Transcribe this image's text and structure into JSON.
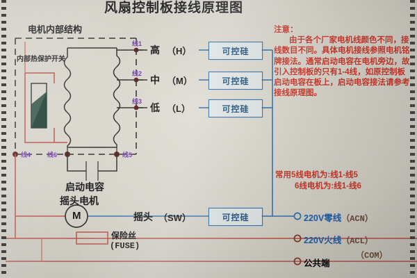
{
  "title": "风扇控制板接线原理图",
  "sections": {
    "motor_internal_label": "电机内部结构",
    "thermal_switch_label": "内部热保护开关",
    "capacitor_label": "启动电容",
    "swing_motor_label": "摇头电机",
    "motor_symbol": "M",
    "fuse_label_cn": "保险丝",
    "fuse_label_en": "(FUSE)"
  },
  "wire_tags": {
    "w1": "线1",
    "w2": "线2",
    "w3": "线3",
    "w4": "线4",
    "w5": "线5",
    "w6": "线6"
  },
  "speed_taps": [
    {
      "cn": "高",
      "en": "（H）",
      "scr": "可控硅"
    },
    {
      "cn": "中",
      "en": "（M）",
      "scr": "可控硅"
    },
    {
      "cn": "低",
      "en": "（L）",
      "scr": "可控硅"
    }
  ],
  "swing": {
    "cn": "摇头",
    "en": "（SW）",
    "scr": "可控硅"
  },
  "note": {
    "heading": "注意：",
    "body": "由于各个厂家电机线颜色不同，接线数目不同。具体电机接线参照电机铭牌接法。通常启动电容在电机旁边，故引入控制板的只有1-4线，如原控制板启动电容在板上，启动电容接法请参考接线原理图。",
    "line5": "常用5线电机为:线1-线5",
    "line6": "6线电机为:线1-线6"
  },
  "terminals": [
    {
      "cn": "220V零线",
      "en": "（ACN）",
      "color": "blue"
    },
    {
      "cn": "220V火线",
      "en": "（ACL）",
      "color": "blue"
    },
    {
      "cn": "公共端",
      "en": "（COM）",
      "color": "green"
    }
  ],
  "colors": {
    "wire_blue": "#2f6fa8",
    "wire_red": "#b5503f",
    "wire_black": "#2a2a2a",
    "wire_purple": "#6b2fa0",
    "note_red": "#c8372a",
    "terminal_green": "#3bdb2a",
    "paper": "#d4d1c8"
  }
}
